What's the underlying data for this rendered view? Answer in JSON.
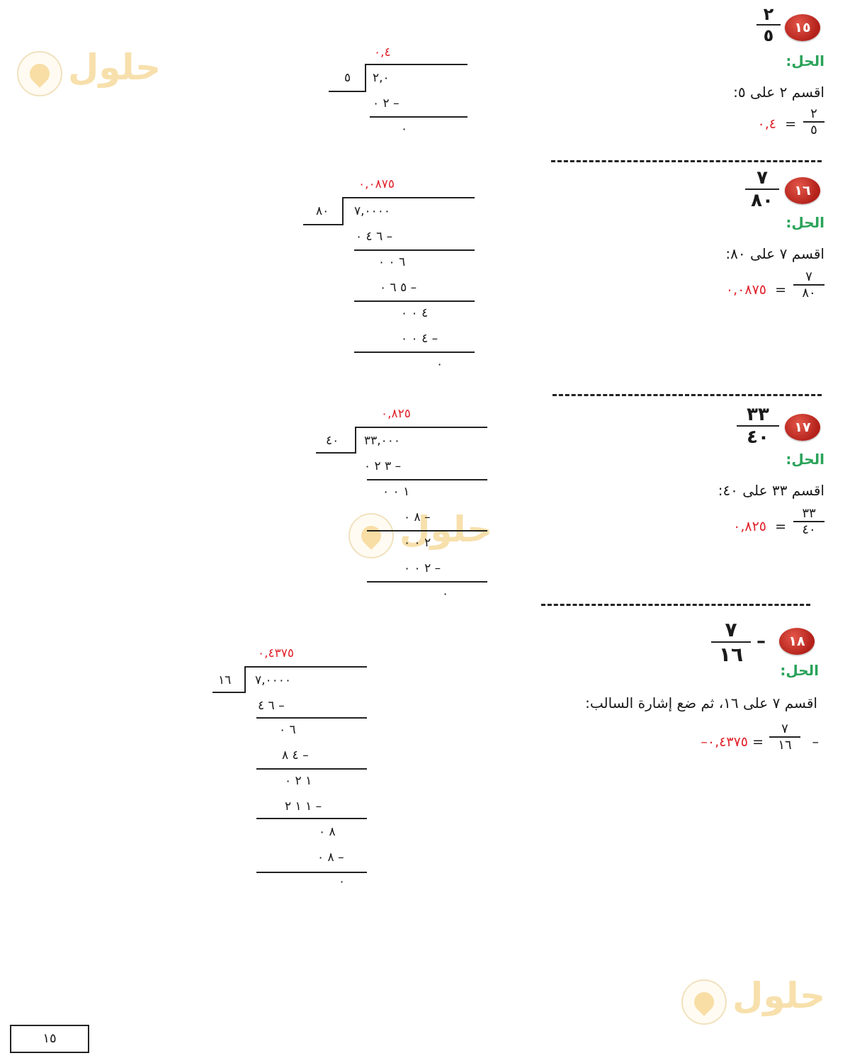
{
  "solution_label": "الحل:",
  "problems": [
    {
      "number": "١٥",
      "prefix": "",
      "numerator": "٢",
      "denominator": "٥",
      "instruction": "اقسم ٢ على ٥:",
      "eq_numerator": "٢",
      "eq_denominator": "٥",
      "eq_prefix": "",
      "result": "٠,٤",
      "division": {
        "quotient": "٠,٤",
        "divisor": "٥",
        "dividend": "٢,٠",
        "rows": [
          "٢ ٠ –",
          "٠"
        ]
      }
    },
    {
      "number": "١٦",
      "prefix": "",
      "numerator": "٧",
      "denominator": "٨٠",
      "instruction": "اقسم ٧ على ٨٠:",
      "eq_numerator": "٧",
      "eq_denominator": "٨٠",
      "eq_prefix": "",
      "result": "٠,٠٨٧٥",
      "division": {
        "quotient": "٠,٠٨٧٥",
        "divisor": "٨٠",
        "dividend": "٧,٠٠٠٠",
        "rows": [
          "٦ ٤ ٠ –",
          "٦ ٠ ٠",
          "٥ ٦ ٠ –",
          "٤ ٠ ٠",
          "٤ ٠ ٠ –",
          "٠"
        ]
      }
    },
    {
      "number": "١٧",
      "prefix": "",
      "numerator": "٣٣",
      "denominator": "٤٠",
      "instruction": "اقسم ٣٣ على ٤٠:",
      "eq_numerator": "٣٣",
      "eq_denominator": "٤٠",
      "eq_prefix": "",
      "result": "٠,٨٢٥",
      "division": {
        "quotient": "٠,٨٢٥",
        "divisor": "٤٠",
        "dividend": "٣٣,٠٠٠",
        "rows": [
          "٣ ٢ ٠ –",
          "١ ٠ ٠",
          "٨ ٠ –",
          "٢ ٠ ٠",
          "٢ ٠ ٠ –",
          "٠"
        ]
      }
    },
    {
      "number": "١٨",
      "prefix": "–",
      "numerator": "٧",
      "denominator": "١٦",
      "instruction": "اقسم ٧ على ١٦، ثم ضع إشارة السالب:",
      "eq_numerator": "٧",
      "eq_denominator": "١٦",
      "eq_prefix": "–",
      "result": "٠,٤٣٧٥–",
      "division": {
        "quotient": "٠,٤٣٧٥",
        "divisor": "١٦",
        "dividend": "٧,٠٠٠٠",
        "rows": [
          "٦ ٤ –",
          "٦ ٠",
          "٤ ٨ –",
          "١ ٢ ٠",
          "١ ١ ٢ –",
          "٨ ٠",
          "٨ ٠ –",
          "٠"
        ]
      }
    }
  ],
  "logo_text": "حلول",
  "page_number": "١٥"
}
